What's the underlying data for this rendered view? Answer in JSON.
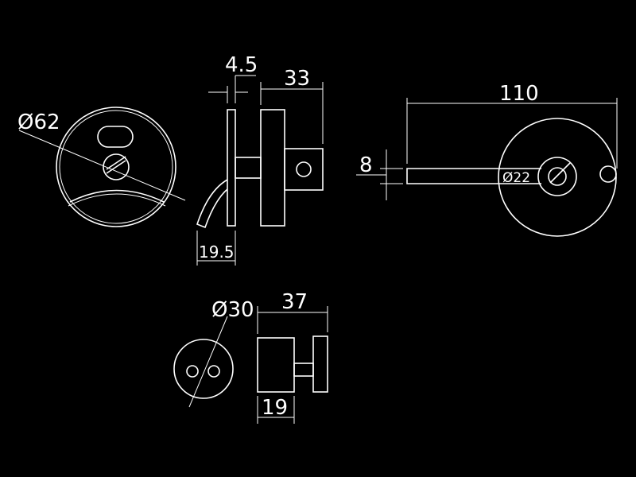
{
  "dimensions": {
    "rose_diameter": "Ø62",
    "plate_thickness": "4.5",
    "side_depth": "33",
    "lever_offset": "19.5",
    "lever_length": "110",
    "lever_width": "8",
    "boss_diameter": "Ø22",
    "indicator_diameter": "Ø30",
    "indicator_depth": "37",
    "indicator_body": "19"
  },
  "colors": {
    "background": "#000000",
    "line": "#ffffff"
  }
}
